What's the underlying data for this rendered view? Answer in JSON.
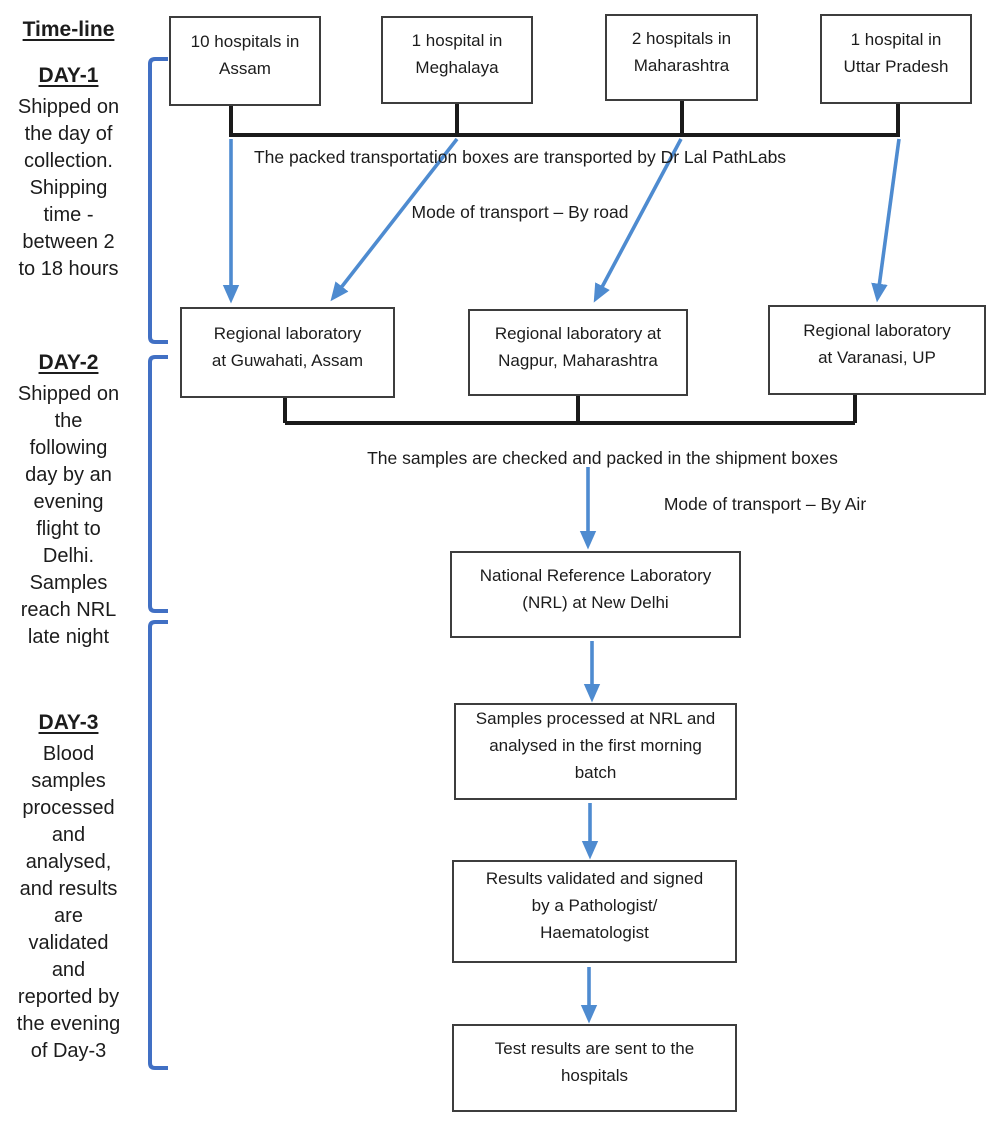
{
  "timeline": {
    "heading": "Time-line",
    "days": [
      {
        "label": "DAY-1",
        "description": "Shipped on\nthe day of\ncollection.\nShipping\ntime -\nbetween 2\nto 18 hours"
      },
      {
        "label": "DAY-2",
        "description": "Shipped on\nthe\nfollowing\nday by an\nevening\nflight to\nDelhi.\nSamples\nreach NRL\nlate night"
      },
      {
        "label": "DAY-3",
        "description": "Blood\nsamples\nprocessed\nand\nanalysed,\nand results\nare\nvalidated\nand\nreported by\nthe evening\nof Day-3"
      }
    ]
  },
  "hospitals": [
    {
      "label": "10 hospitals in\nAssam"
    },
    {
      "label": "1 hospital in\nMeghalaya"
    },
    {
      "label": "2 hospitals in\nMaharashtra"
    },
    {
      "label": "1 hospital in\nUttar Pradesh"
    }
  ],
  "transport_notes": {
    "by_road_carrier": "The packed transportation boxes are transported by Dr Lal PathLabs",
    "by_road_mode": "Mode of transport – By road",
    "packing_note": "The samples are checked and packed in the shipment boxes",
    "by_air_mode": "Mode of transport – By Air"
  },
  "regional_labs": [
    {
      "label": "Regional laboratory\nat Guwahati, Assam"
    },
    {
      "label": "Regional laboratory at\nNagpur, Maharashtra"
    },
    {
      "label": "Regional laboratory\nat Varanasi, UP"
    }
  ],
  "process_steps": [
    {
      "label": "National Reference Laboratory\n(NRL) at New Delhi"
    },
    {
      "label": "Samples processed at NRL and\nanalysed in the first morning\nbatch"
    },
    {
      "label": "Results validated and signed\nby a Pathologist/\nHaematologist"
    },
    {
      "label": "Test results are sent to the\nhospitals"
    }
  ],
  "colors": {
    "arrow_blue": "#4e8bd0",
    "bracket_blue": "#4170c4",
    "connector_black": "#1a1a1a",
    "box_border": "#3d3d3d"
  }
}
